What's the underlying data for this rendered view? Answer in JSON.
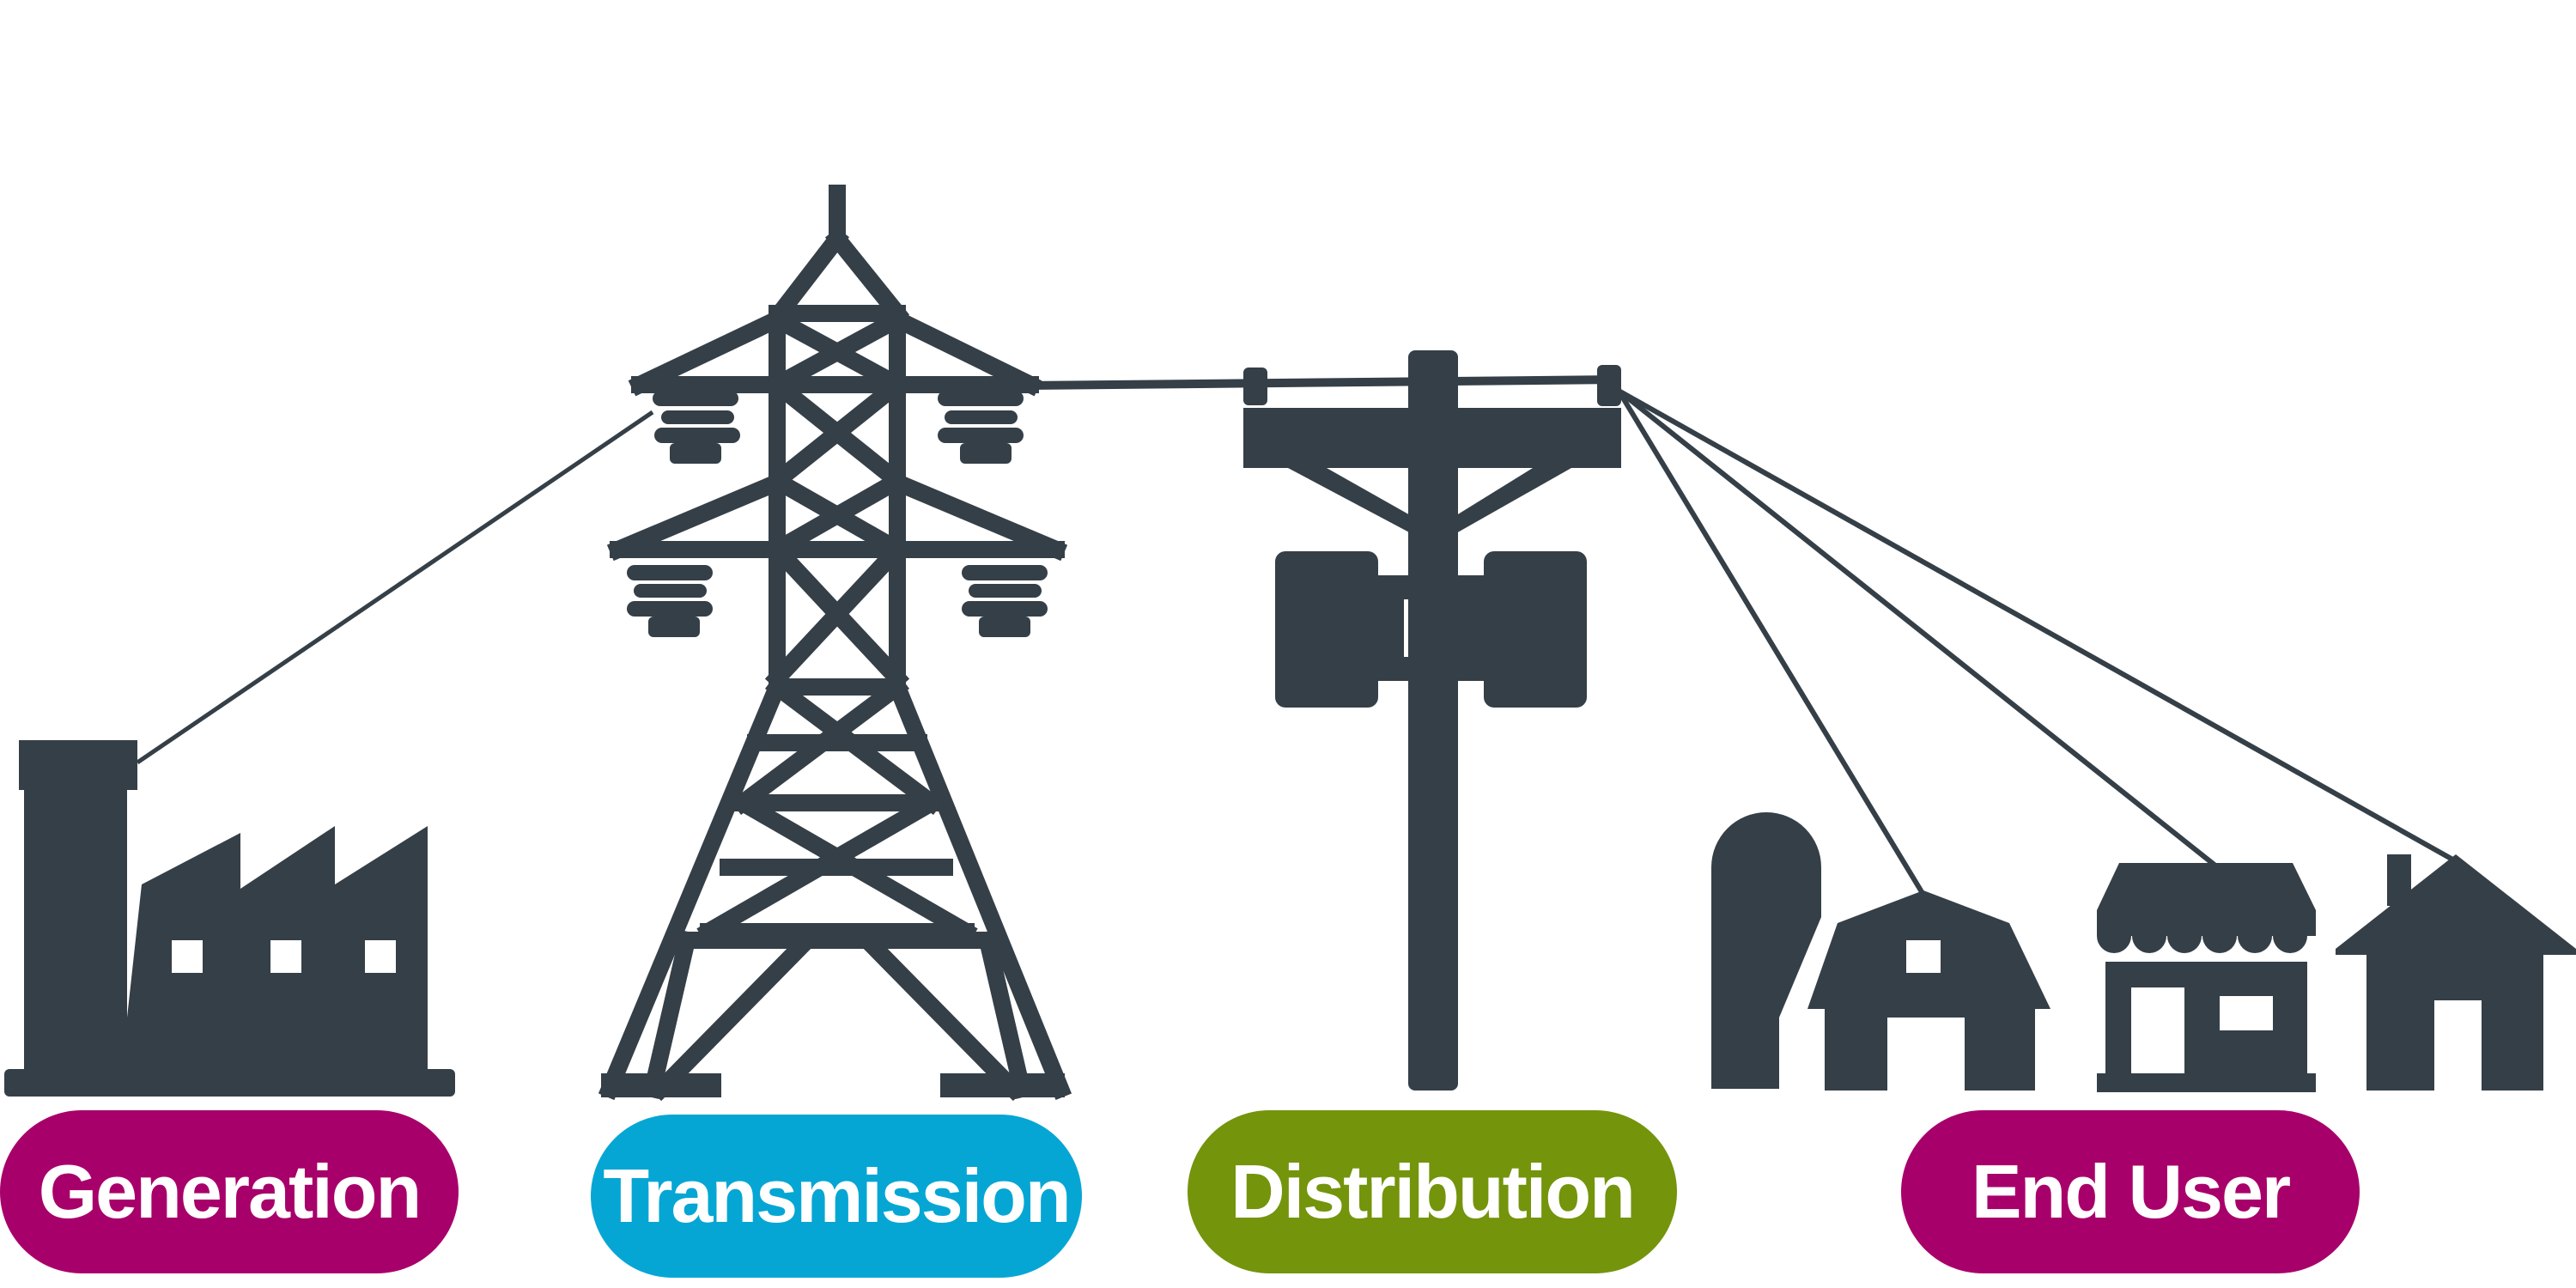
{
  "diagram": {
    "stages": [
      {
        "id": "generation",
        "label": "Generation",
        "color": "#a8006a",
        "icon": "factory-icon"
      },
      {
        "id": "transmission",
        "label": "Transmission",
        "color": "#06a6d4",
        "icon": "transmission-tower-icon"
      },
      {
        "id": "distribution",
        "label": "Distribution",
        "color": "#74940c",
        "icon": "utility-pole-icon"
      },
      {
        "id": "end_user",
        "label": "End User",
        "color": "#a8006a",
        "icon": "buildings-icon"
      }
    ],
    "end_user_buildings": [
      "silo-icon",
      "barn-icon",
      "store-icon",
      "house-icon"
    ],
    "icon_color": "#353f47",
    "line_color": "#353f47",
    "background": "#ffffff"
  }
}
